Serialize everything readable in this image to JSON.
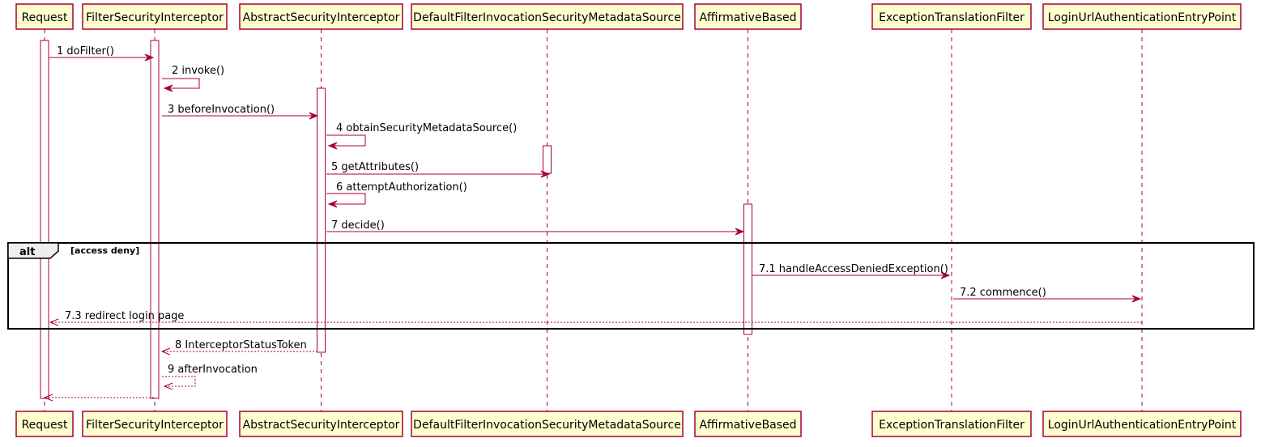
{
  "colors": {
    "participant_fill": "#fefece",
    "line": "#a80036",
    "frame_tab": "#eeeeee"
  },
  "participants": [
    {
      "id": "request",
      "label": "Request"
    },
    {
      "id": "fsi",
      "label": "FilterSecurityInterceptor"
    },
    {
      "id": "asi",
      "label": "AbstractSecurityInterceptor"
    },
    {
      "id": "dfisms",
      "label": "DefaultFilterInvocationSecurityMetadataSource"
    },
    {
      "id": "ab",
      "label": "AffirmativeBased"
    },
    {
      "id": "etf",
      "label": "ExceptionTranslationFilter"
    },
    {
      "id": "luaep",
      "label": "LoginUrlAuthenticationEntryPoint"
    }
  ],
  "messages": [
    {
      "from": "request",
      "to": "fsi",
      "label": "1 doFilter()",
      "style": "solid"
    },
    {
      "from": "fsi",
      "to": "fsi",
      "label": "2 invoke()",
      "style": "solid"
    },
    {
      "from": "fsi",
      "to": "asi",
      "label": "3 beforeInvocation()",
      "style": "solid"
    },
    {
      "from": "asi",
      "to": "asi",
      "label": "4 obtainSecurityMetadataSource()",
      "style": "solid"
    },
    {
      "from": "asi",
      "to": "dfisms",
      "label": "5 getAttributes()",
      "style": "solid"
    },
    {
      "from": "asi",
      "to": "asi",
      "label": "6 attemptAuthorization()",
      "style": "solid"
    },
    {
      "from": "asi",
      "to": "ab",
      "label": "7 decide()",
      "style": "solid"
    },
    {
      "from": "ab",
      "to": "etf",
      "label": "7.1 handleAccessDeniedException()",
      "style": "solid"
    },
    {
      "from": "etf",
      "to": "luaep",
      "label": "7.2 commence()",
      "style": "solid"
    },
    {
      "from": "luaep",
      "to": "request",
      "label": "7.3 redirect login page",
      "style": "dashed"
    },
    {
      "from": "asi",
      "to": "fsi",
      "label": "8 InterceptorStatusToken",
      "style": "dashed"
    },
    {
      "from": "fsi",
      "to": "fsi",
      "label": "9 afterInvocation",
      "style": "dashed"
    },
    {
      "from": "fsi",
      "to": "request",
      "label": "",
      "style": "dashed"
    }
  ],
  "fragment": {
    "kind": "alt",
    "guard": "[access deny]"
  }
}
